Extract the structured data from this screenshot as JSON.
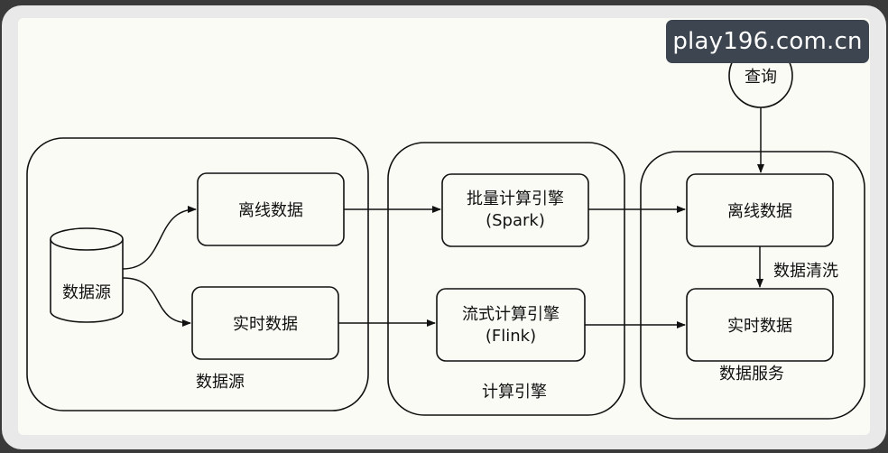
{
  "groups": {
    "source": "数据源",
    "engine": "计算引擎",
    "service": "数据服务"
  },
  "nodes": {
    "db": "数据源",
    "offline_src": "离线数据",
    "realtime_src": "实时数据",
    "batch_engine": [
      "批量计算引擎",
      "(Spark)"
    ],
    "stream_engine": [
      "流式计算引擎",
      "(Flink)"
    ],
    "offline_dst": "离线数据",
    "realtime_dst": "实时数据",
    "query": "查询"
  },
  "edge_labels": {
    "cleaning": "数据清洗"
  },
  "watermark": "play196.com.cn"
}
